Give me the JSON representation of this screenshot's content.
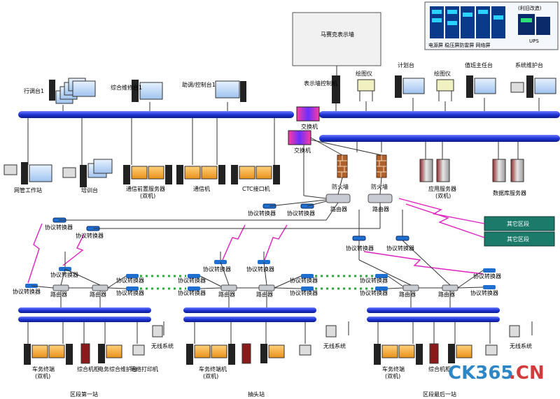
{
  "labels": {
    "mosaic_wall": "马赛克表示墙",
    "power_panel_group": "电源屏 稳压屏防雷屏 网络屏",
    "old_use_note": "(利旧改造)",
    "ups": "UPS",
    "dispatcher_station": "行调台1",
    "maintenance_station": "综合维修台1",
    "assistant_control": "助调/控制台1",
    "display_wall_controller": "表示墙控制机",
    "plotter": "绘图仪",
    "plan_station": "计划台",
    "shift_supervisor": "值班主任台",
    "system_maintenance": "系统维护台",
    "switch": "交换机",
    "network_mgmt": "网管工作站",
    "training": "培训台",
    "comm_front_server": "通信前置服务器",
    "dual_machine": "(双机)",
    "comm_machine": "通信机",
    "ctc_interface": "CTC接口机",
    "firewall": "防火墙",
    "router": "路由器",
    "app_server": "应用服务器",
    "db_server": "数据库服务器",
    "other_section": "其它区段",
    "protocol_converter": "协议转换器",
    "wireless_system": "无线系统",
    "vehicle_terminal": "车务终端",
    "vehicle_terminal_machine": "车务终端机",
    "integrated_cabinet": "综合机柜",
    "power_maint": "电务综合维护台",
    "network_printer": "网络打印机",
    "station_first": "区段第一站",
    "station_middle": "抽头站",
    "station_last": "区段最后一站",
    "watermark_a": "CK365",
    "watermark_b": ".CN"
  },
  "colors": {
    "bus": "#1f35d6",
    "firewall": "#b0602a",
    "wan_link": "#e020c0",
    "dotted_link": "#2fa83a",
    "region_box": "#1b7a6a",
    "screen": "#f2a42a"
  }
}
